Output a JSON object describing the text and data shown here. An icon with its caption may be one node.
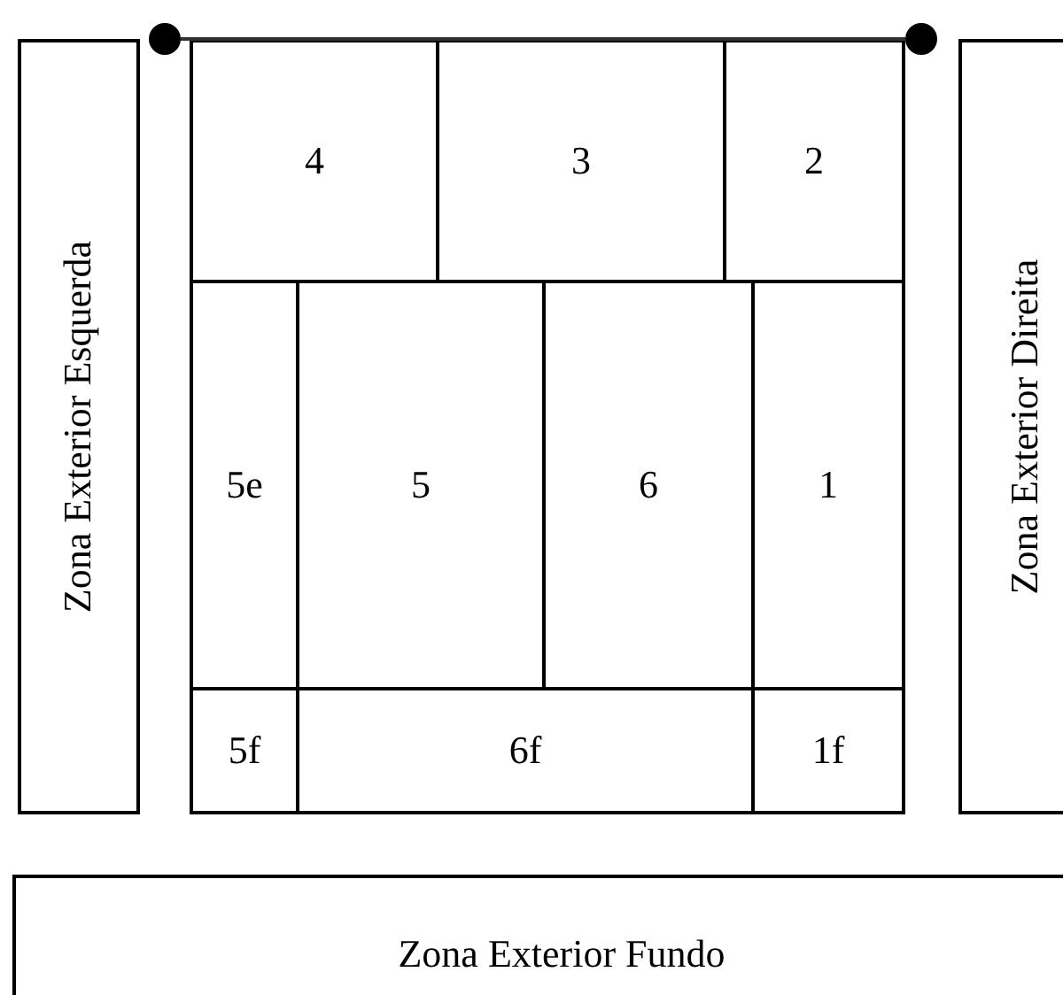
{
  "diagram": {
    "nodes": [
      {
        "text": [],
        "shape": "circle"
      },
      {
        "text": [],
        "shape": "circle"
      },
      {
        "text": [
          "Zona Exterior Esquerda"
        ]
      },
      {
        "text": [
          "4"
        ]
      },
      {
        "text": [
          "3"
        ]
      },
      {
        "text": [
          "2"
        ]
      },
      {
        "text": [
          "5e"
        ]
      },
      {
        "text": [
          "5"
        ]
      },
      {
        "text": [
          "6"
        ]
      },
      {
        "text": [
          "1"
        ]
      },
      {
        "text": [
          "5f"
        ]
      },
      {
        "text": [
          "6f"
        ]
      },
      {
        "text": [
          "1f"
        ]
      },
      {
        "text": [
          "Zona Exterior Direita"
        ]
      },
      {
        "text": [
          "Zona Exterior Fundo"
        ]
      }
    ],
    "edges": [
      {
        "from": 0,
        "to": 1,
        "arrow": "none"
      }
    ]
  }
}
